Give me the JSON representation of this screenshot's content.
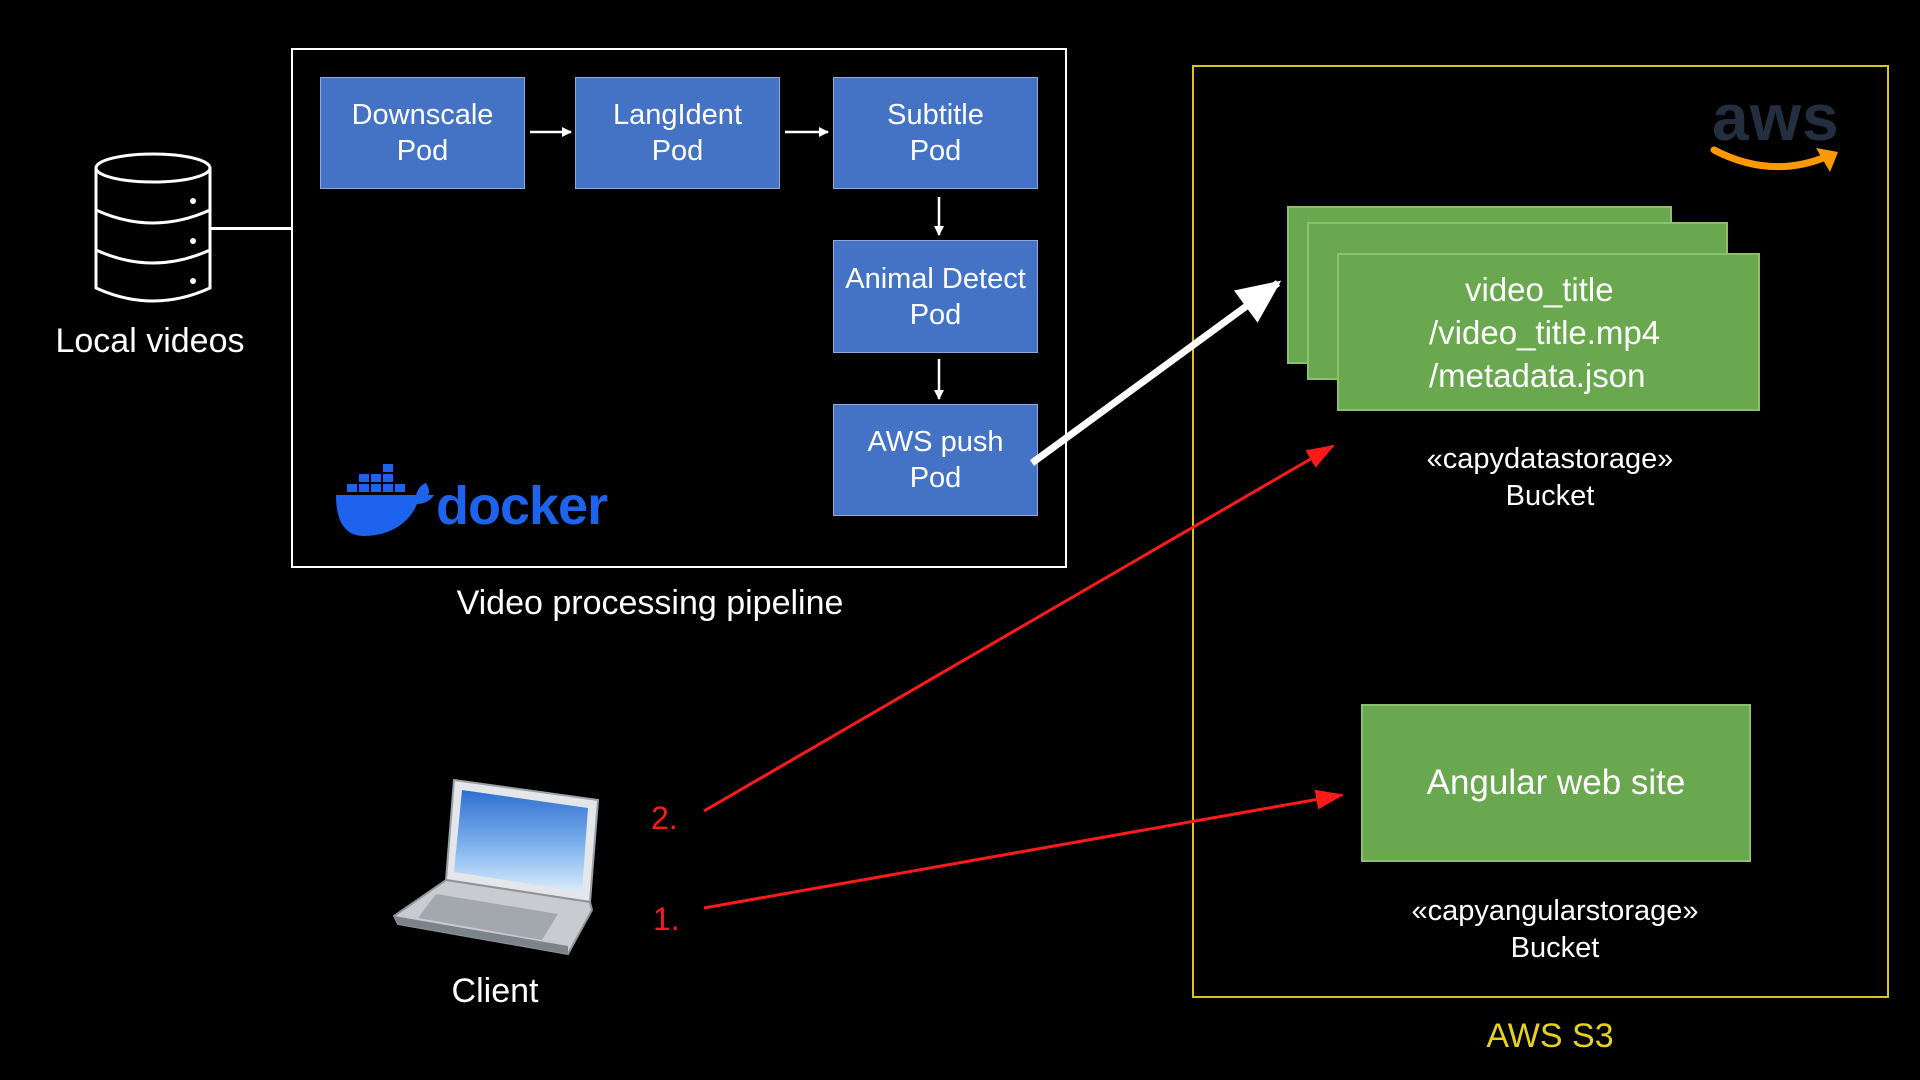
{
  "source": {
    "label": "Local videos",
    "icon": "database-icon"
  },
  "pipeline": {
    "caption": "Video processing pipeline",
    "logo_text": "docker",
    "logo_icon": "docker-whale-icon",
    "pods": [
      {
        "line1": "Downscale",
        "line2": "Pod"
      },
      {
        "line1": "LangIdent",
        "line2": "Pod"
      },
      {
        "line1": "Subtitle",
        "line2": "Pod"
      },
      {
        "line1": "Animal Detect",
        "line2": "Pod"
      },
      {
        "line1": "AWS push",
        "line2": "Pod"
      }
    ]
  },
  "s3": {
    "caption": "AWS S3",
    "logo_text": "aws",
    "logo_icon": "amazon-smile-icon",
    "data_bucket": {
      "files": [
        "video_title",
        "/video_title.mp4",
        "/metadata.json"
      ],
      "name": "«capydatastorage»",
      "type": "Bucket"
    },
    "web_bucket": {
      "content": "Angular web site",
      "name": "«capyangularstorage»",
      "type": "Bucket"
    }
  },
  "client": {
    "label": "Client",
    "icon": "laptop-icon",
    "steps": [
      "2.",
      "1."
    ]
  },
  "colors": {
    "background": "#000000",
    "pod_blue": "#4473c5",
    "bucket_green": "#6aa84f",
    "request_arrow_red": "#ff1a1a",
    "s3_border_yellow": "#d9c61c",
    "docker_blue": "#1d63ed",
    "aws_text": "#232f3e",
    "aws_orange": "#ff9900"
  }
}
